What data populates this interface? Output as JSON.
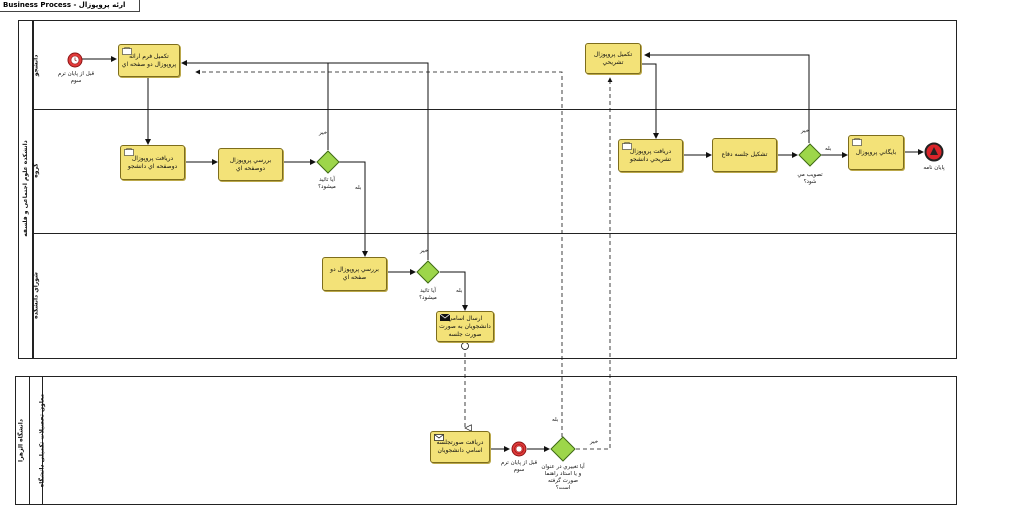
{
  "diagram_title": "ارئه پروپوزال",
  "diagram_type_label": "Business Process",
  "pools": {
    "main": {
      "name": "دانشکده علوم اجتماعی و فلسفه",
      "lanes": [
        "دانشجو",
        "گروه",
        "شوراي دانشکده"
      ]
    },
    "external": {
      "name": "دانشگاه الزهرا",
      "lanes": [
        "معاون تحصیلات تکمیلی دانشگاه"
      ]
    }
  },
  "events": {
    "start_timer": "قبل از پایان ترم سوم",
    "end_event": "پایان نامه",
    "msg_timer": "قبل از پایان ترم سوم"
  },
  "tasks": {
    "complete_form": "تکمیل فرم ارائه پروپوزال دو صفحه اي",
    "receive_two_page": "دریافت پروپوزال دوصفحه اي دانشجو",
    "review_two_page": "بررسي پروپوزال دوصفحه اي",
    "review_council": "بررسي پروپوزال دو صفحه اي",
    "send_names": "ارسال اسامي دانشجويان به صورت صورت جلسه",
    "receive_minutes": "دریافت صورتجلسه اسامي دانشجويان",
    "complete_detailed": "تکمیل پروپوزال تشریحي",
    "receive_detailed": "دریافت پروپوزال تشریحي دانشجو",
    "hold_defense": "تشکیل جلسه دفاع",
    "archive": "بایگاني پروپوزال"
  },
  "gateways": {
    "group_approve": "آيا تائيد ميشود؟",
    "council_approve": "آيا تائيد ميشود؟",
    "defense_approve": "تصویب مي شود؟",
    "vice_check": "آیا تغییري در عنوان و يا استاد راهنما صورت گرفته است؟"
  },
  "flow_labels": {
    "group_no": "خير",
    "group_yes": "بله",
    "council_no": "خير",
    "council_yes": "بله",
    "defense_no": "خير",
    "defense_yes": "بله",
    "vice_yes": "بله",
    "vice_no": "خير"
  },
  "colors": {
    "task_fill": "#f3e278",
    "gateway_fill": "#9dd64a",
    "start_fill": "#e23b3b",
    "end_fill": "#d9242a"
  }
}
